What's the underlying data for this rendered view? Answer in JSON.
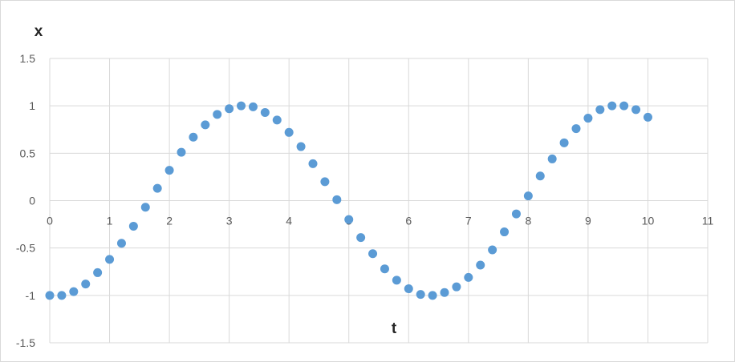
{
  "chart_data": {
    "type": "scatter",
    "title": "",
    "xlabel": "t",
    "ylabel": "x",
    "xlim": [
      0,
      11
    ],
    "ylim": [
      -1.5,
      1.5
    ],
    "xticks": [
      "0",
      "1",
      "2",
      "3",
      "4",
      "5",
      "6",
      "7",
      "8",
      "9",
      "10",
      "11"
    ],
    "yticks": [
      "1.5",
      "1",
      "0.5",
      "0",
      "-0.5",
      "-1",
      "-1.5"
    ],
    "grid": true,
    "legend": "none",
    "marker_color": "#5b9bd5",
    "grid_color": "#d9d9d9",
    "series": [
      {
        "x": [
          0,
          0.2,
          0.4,
          0.6,
          0.8,
          1.0,
          1.2,
          1.4,
          1.6,
          1.8,
          2.0,
          2.2,
          2.4,
          2.6,
          2.8,
          3.0,
          3.2,
          3.4,
          3.6,
          3.8,
          4.0,
          4.2,
          4.4,
          4.6,
          4.8,
          5.0,
          5.2,
          5.4,
          5.6,
          5.8,
          6.0,
          6.2,
          6.4,
          6.6,
          6.8,
          7.0,
          7.2,
          7.4,
          7.6,
          7.8,
          8.0,
          8.2,
          8.4,
          8.6,
          8.8,
          9.0,
          9.2,
          9.4,
          9.6,
          9.8,
          10.0
        ],
        "y": [
          -1.0,
          -1.0,
          -0.96,
          -0.88,
          -0.76,
          -0.62,
          -0.45,
          -0.27,
          -0.07,
          0.13,
          0.32,
          0.51,
          0.67,
          0.8,
          0.91,
          0.97,
          1.0,
          0.99,
          0.93,
          0.85,
          0.72,
          0.57,
          0.39,
          0.2,
          0.01,
          -0.2,
          -0.39,
          -0.56,
          -0.72,
          -0.84,
          -0.93,
          -0.99,
          -1.0,
          -0.97,
          -0.91,
          -0.81,
          -0.68,
          -0.52,
          -0.33,
          -0.14,
          0.05,
          0.26,
          0.44,
          0.61,
          0.76,
          0.87,
          0.96,
          1.0,
          1.0,
          0.96,
          0.88
        ]
      }
    ]
  }
}
